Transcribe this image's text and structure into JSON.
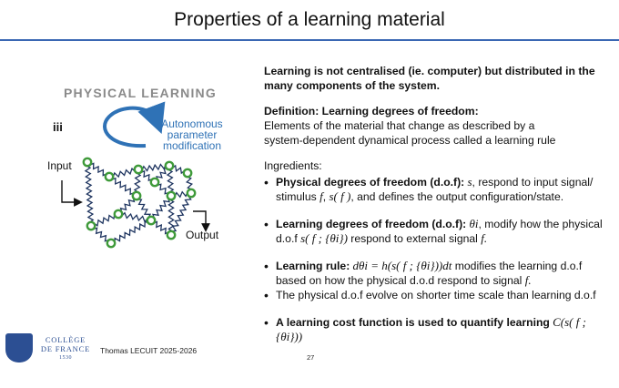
{
  "slide": {
    "title": "Properties of a learning material",
    "page_number": "27"
  },
  "figure": {
    "heading": "PHYSICAL LEARNING",
    "panel_label": "iii",
    "annotation_line1": "Autonomous",
    "annotation_line2": "parameter",
    "annotation_line3": "modification",
    "input_label": "Input",
    "output_label": "Output"
  },
  "content": {
    "intro_line1": "Learning is not centralised (ie. computer) but distributed in the",
    "intro_line2": "many components of the system.",
    "definition_head": "Definition: Learning degrees of freedom:",
    "definition_line1": "Elements of the material that change as described by a",
    "definition_line2": "system-dependent dynamical process called a learning rule",
    "ingredients_head": "Ingredients:",
    "item1_bold": "Physical degrees of freedom (d.o.f):",
    "item1_sym": " s",
    "item1_rest": ", respond to input signal/",
    "item1_line2a": "stimulus ",
    "item1_f": "f",
    "item1_line2b": ", ",
    "item1_sf": "s( f )",
    "item1_line2c": ", and defines the output configuration/state.",
    "item2_bold": "Learning degrees of freedom (d.o.f):",
    "item2_sym": " θi",
    "item2_rest": ", modify how the physical",
    "item2_line2a": "d.o.f  ",
    "item2_math": "s( f ; {θi})",
    "item2_line2b": " respond to external signal ",
    "item2_f": "f.",
    "item3_bold": "Learning rule:",
    "item3_math": "  dθi = h(s( f ; {θi}))dt",
    "item3_rest": "  modifies the learning d.o.f",
    "item3_line2": "based on how the physical d.o.d respond to signal ",
    "item3_f": "f.",
    "item4": "The physical d.o.f evolve on shorter time scale than learning d.o.f",
    "item5_bold": "A learning cost function is used to quantify learning",
    "item5_math": "  C(s( f ; {θi}))"
  },
  "footer": {
    "logo_line1": "COLLÈGE",
    "logo_line2": "DE FRANCE",
    "logo_year": "1530",
    "author": "Thomas LECUIT   2025-2026"
  },
  "colors": {
    "accent": "#3a67b3",
    "annotation": "#2f72b6",
    "node_fill": "#ffffff",
    "node_stroke": "#3f9a3a",
    "spring": "#1f3560"
  }
}
